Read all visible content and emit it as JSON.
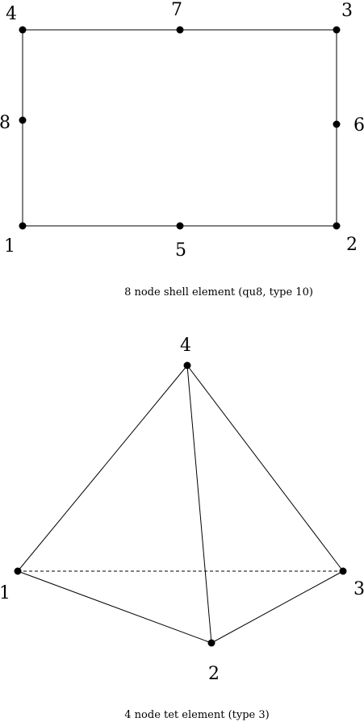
{
  "diagrams": [
    {
      "id": "qu8",
      "caption": "8 node shell element (qu8, type 10)",
      "nodes": [
        {
          "label": "1"
        },
        {
          "label": "2"
        },
        {
          "label": "3"
        },
        {
          "label": "4"
        },
        {
          "label": "5"
        },
        {
          "label": "6"
        },
        {
          "label": "7"
        },
        {
          "label": "8"
        }
      ]
    },
    {
      "id": "tet4",
      "caption": "4 node tet element (type 3)",
      "nodes": [
        {
          "label": "1"
        },
        {
          "label": "2"
        },
        {
          "label": "3"
        },
        {
          "label": "4"
        }
      ]
    }
  ],
  "colors": {
    "ink": "#000000",
    "background": "#ffffff"
  }
}
